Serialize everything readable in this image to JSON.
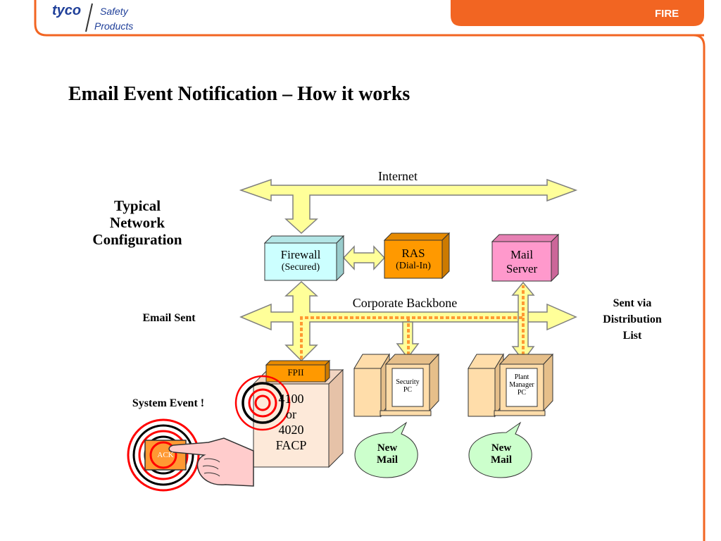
{
  "header": {
    "logo_word": "tyco",
    "logo_sub_line1": "Safety",
    "logo_sub_line2": "Products",
    "section_tab": "FIRE"
  },
  "slide": {
    "title": "Email Event Notification – How it works"
  },
  "labels": {
    "typical_line1": "Typical",
    "typical_line2": "Network",
    "typical_line3": "Configuration",
    "internet": "Internet",
    "corporate_backbone": "Corporate Backbone",
    "email_sent": "Email Sent",
    "sent_via_line1": "Sent via",
    "sent_via_line2": "Distribution",
    "sent_via_line3": "List",
    "system_event": "System Event !"
  },
  "nodes": {
    "firewall": {
      "line1": "Firewall",
      "line2": "(Secured)"
    },
    "ras": {
      "line1": "RAS",
      "line2": "(Dial-In)"
    },
    "mail_server": {
      "line1": "Mail",
      "line2": "Server"
    },
    "fpii": "FPII",
    "facp": {
      "line1": "4100",
      "line2": "or",
      "line3": "4020",
      "line4": "FACP"
    },
    "security_pc": {
      "line1": "Security",
      "line2": "PC"
    },
    "plant_pc": {
      "line1": "Plant",
      "line2": "Manager",
      "line3": "PC"
    },
    "ack": "ACK",
    "new_mail_1": {
      "line1": "New",
      "line2": "Mail"
    },
    "new_mail_2": {
      "line1": "New",
      "line2": "Mail"
    }
  },
  "colors": {
    "brand_orange": "#f26522",
    "tyco_blue": "#1f3f99",
    "arrow_fill": "#ffff99",
    "arrow_stroke": "#7f7f7f",
    "firewall_fill": "#ccffff",
    "ras_fill": "#ff9900",
    "mail_server_fill": "#ff99cc",
    "facp_fill": "#fde9d9",
    "pc_fill": "#ffddaa",
    "bubble_fill": "#ccffcc",
    "ring_red": "#ff0000",
    "dotted_path": "#ff9933"
  }
}
